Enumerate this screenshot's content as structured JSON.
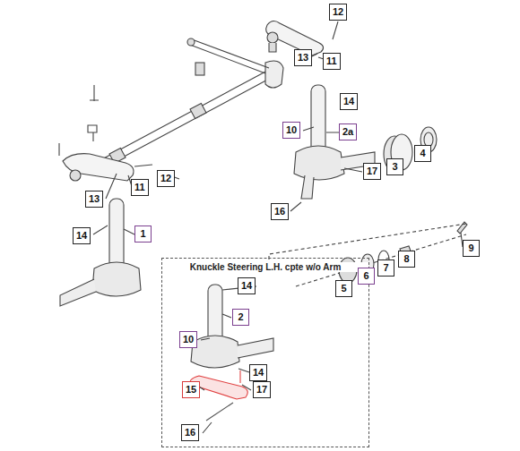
{
  "diagram": {
    "nodes": [
      {
        "text": [
          "Knuckle Steering L.H. cpte w/o Arm"
        ]
      }
    ],
    "labels": [
      "12",
      "13",
      "11",
      "14",
      "10",
      "2a",
      "3",
      "4",
      "12",
      "17",
      "16",
      "13",
      "11",
      "14",
      "1",
      "9",
      "8",
      "7",
      "6",
      "5",
      "14",
      "2",
      "10",
      "14",
      "15",
      "17",
      "16"
    ]
  }
}
